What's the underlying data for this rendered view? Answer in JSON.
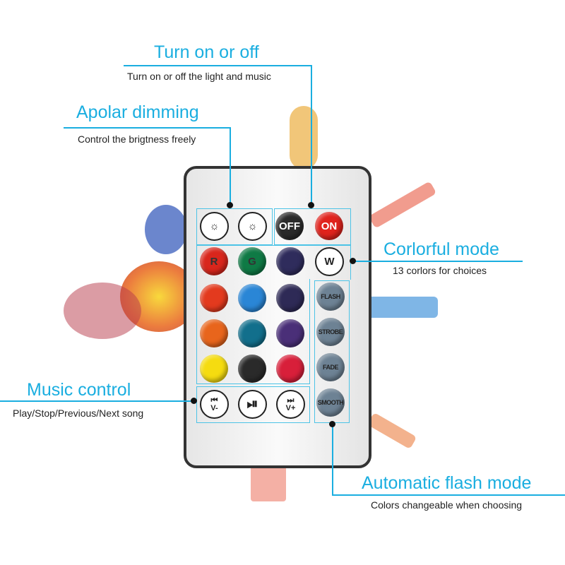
{
  "annotations": {
    "power": {
      "title": "Turn on or off",
      "subtitle": "Turn on or off the light and music"
    },
    "dimming": {
      "title": "Apolar dimming",
      "subtitle": "Control the brigtness freely"
    },
    "color": {
      "title": "Corlorful mode",
      "subtitle": "13 corlors for choices"
    },
    "music": {
      "title": "Music control",
      "subtitle": "Play/Stop/Previous/Next song"
    },
    "flash": {
      "title": "Automatic flash mode",
      "subtitle": "Colors changeable when choosing"
    }
  },
  "remote": {
    "brightness": [
      {
        "icon": "brightness-up-icon",
        "glyph": "☼"
      },
      {
        "icon": "brightness-down-icon",
        "glyph": "☼"
      }
    ],
    "power": [
      {
        "label": "OFF",
        "color": "#2a2a2a"
      },
      {
        "label": "ON",
        "color": "#e0231d"
      }
    ],
    "colors": [
      [
        {
          "label": "R",
          "color": "#d9261c"
        },
        {
          "label": "G",
          "color": "#0f7a45"
        },
        {
          "label": "",
          "color": "#2f2c5c"
        },
        {
          "label": "W",
          "color": "#ffffff"
        }
      ],
      [
        {
          "label": "",
          "color": "#e33a1e"
        },
        {
          "label": "",
          "color": "#2a86d6"
        },
        {
          "label": "",
          "color": "#2e2a56"
        }
      ],
      [
        {
          "label": "",
          "color": "#e8651c"
        },
        {
          "label": "",
          "color": "#126f8c"
        },
        {
          "label": "",
          "color": "#4a2f78"
        }
      ],
      [
        {
          "label": "",
          "color": "#f5dc10"
        },
        {
          "label": "",
          "color": "#2a2a2a"
        },
        {
          "label": "",
          "color": "#d81f3a"
        }
      ]
    ],
    "modes": [
      "FLASH",
      "STROBE",
      "FADE",
      "SMOOTH"
    ],
    "music": [
      {
        "icon": "previous-icon",
        "glyph": "⏮",
        "label": "V-"
      },
      {
        "icon": "play-pause-icon",
        "glyph": "⏯",
        "label": ""
      },
      {
        "icon": "next-icon",
        "glyph": "⏭",
        "label": "V+"
      }
    ]
  },
  "accent": "#1aaee0"
}
